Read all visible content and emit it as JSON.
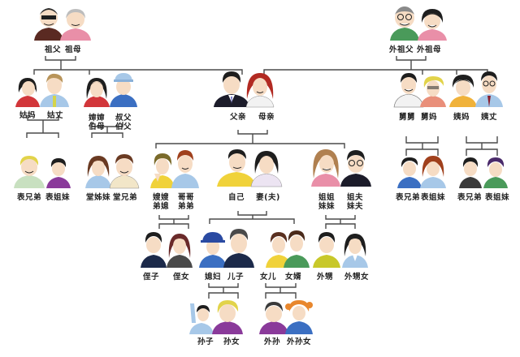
{
  "diagram": {
    "type": "family-tree",
    "generations": [
      {
        "level": "grandparents",
        "couples": [
          {
            "id": "paternal-grandparents",
            "left": "祖父",
            "right": "祖母"
          },
          {
            "id": "maternal-grandparents",
            "left": "外祖父",
            "right": "外祖母"
          }
        ]
      },
      {
        "level": "parents",
        "couples": [
          {
            "id": "paternal-aunt",
            "left": "姑妈",
            "right": "姑丈"
          },
          {
            "id": "paternal-uncle",
            "left": "婶婶\n伯母",
            "right": "叔父\n伯父",
            "left_l1": "婶婶",
            "left_l2": "伯母",
            "right_l1": "叔父",
            "right_l2": "伯父"
          },
          {
            "id": "parents",
            "left": "父亲",
            "right": "母亲"
          },
          {
            "id": "maternal-uncle",
            "left": "舅舅",
            "right": "舅妈"
          },
          {
            "id": "maternal-aunt",
            "left": "姨妈",
            "right": "姨丈"
          }
        ]
      },
      {
        "level": "self",
        "couples": [
          {
            "id": "cousins-aunt",
            "left": "表兄弟",
            "right": "表姐妹"
          },
          {
            "id": "cousins-uncle",
            "left": "堂姊妹",
            "right": "堂兄弟"
          },
          {
            "id": "brothers",
            "left_l1": "嫂嫂",
            "left_l2": "弟媳",
            "right_l1": "哥哥",
            "right_l2": "弟弟"
          },
          {
            "id": "self",
            "left": "自己",
            "right": "妻(夫)"
          },
          {
            "id": "sisters",
            "left_l1": "姐姐",
            "left_l2": "妹妹",
            "right_l1": "姐夫",
            "right_l2": "妹夫"
          },
          {
            "id": "cousins-maternal-uncle",
            "left": "表兄弟",
            "right": "表姐妹"
          },
          {
            "id": "cousins-maternal-aunt",
            "left": "表兄弟",
            "right": "表姐妹"
          }
        ]
      },
      {
        "level": "children",
        "couples": [
          {
            "id": "nephew-niece-brother",
            "left": "侄子",
            "right": "侄女"
          },
          {
            "id": "son",
            "left": "媳妇",
            "right": "儿子"
          },
          {
            "id": "daughter",
            "left": "女儿",
            "right": "女婿"
          },
          {
            "id": "nephew-niece-sister",
            "left": "外甥",
            "right": "外甥女"
          }
        ]
      },
      {
        "level": "grandchildren",
        "couples": [
          {
            "id": "grandchildren-son",
            "left": "孙子",
            "right": "孙女"
          },
          {
            "id": "grandchildren-daughter",
            "left": "外孙",
            "right": "外孙女"
          }
        ]
      }
    ]
  },
  "labels": {
    "g1": {
      "zufu": "祖父",
      "zumu": "祖母",
      "waizufu": "外祖父",
      "waizumu": "外祖母"
    },
    "g2": {
      "guma": "姑妈",
      "guzhang": "姑丈",
      "shenshen": "婶婶",
      "bomu": "伯母",
      "shufu": "叔父",
      "bofu": "伯父",
      "fuqin": "父亲",
      "muqin": "母亲",
      "jiujiu": "舅舅",
      "jiuma": "舅妈",
      "yima": "姨妈",
      "yizhang": "姨丈"
    },
    "g3": {
      "biaoxiongdi1": "表兄弟",
      "biaojiemei1": "表姐妹",
      "tangzimei": "堂姊妹",
      "tangxiongdi": "堂兄弟",
      "saosao": "嫂嫂",
      "dixi": "弟媳",
      "gege": "哥哥",
      "didi": "弟弟",
      "ziji": "自己",
      "qifu": "妻(夫)",
      "jiejie": "姐姐",
      "meimei": "妹妹",
      "jiefu": "姐夫",
      "meifu": "妹夫",
      "biaoxiongdi2": "表兄弟",
      "biaojiemei2": "表姐妹",
      "biaoxiongdi3": "表兄弟",
      "biaojiemei3": "表姐妹"
    },
    "g4": {
      "zhizi": "侄子",
      "zhinv": "侄女",
      "xifu": "媳妇",
      "erzi": "儿子",
      "nver": "女儿",
      "nvxu": "女婿",
      "waisheng": "外甥",
      "waishengnv": "外甥女"
    },
    "g5": {
      "sunzi": "孙子",
      "sunnv": "孙女",
      "waisun": "外孙",
      "waisunnv": "外孙女"
    }
  },
  "colors": {
    "line": "#4a4a4a",
    "skin": "#f6dcc4",
    "hair_dark": "#1e1e1e",
    "hair_red": "#b22a22",
    "hair_blond": "#e2d34a",
    "shirt_red": "#d2363a",
    "shirt_blue": "#3b6fc2",
    "shirt_yellow": "#f0d23a",
    "shirt_green": "#4a9a5a",
    "shirt_purple": "#8a3a9a",
    "shirt_lightblue": "#a7c8e8",
    "shirt_white": "#f2f2f2",
    "suit_dark": "#1c1c2a",
    "pink": "#e98fa8",
    "orange": "#e8872e"
  }
}
